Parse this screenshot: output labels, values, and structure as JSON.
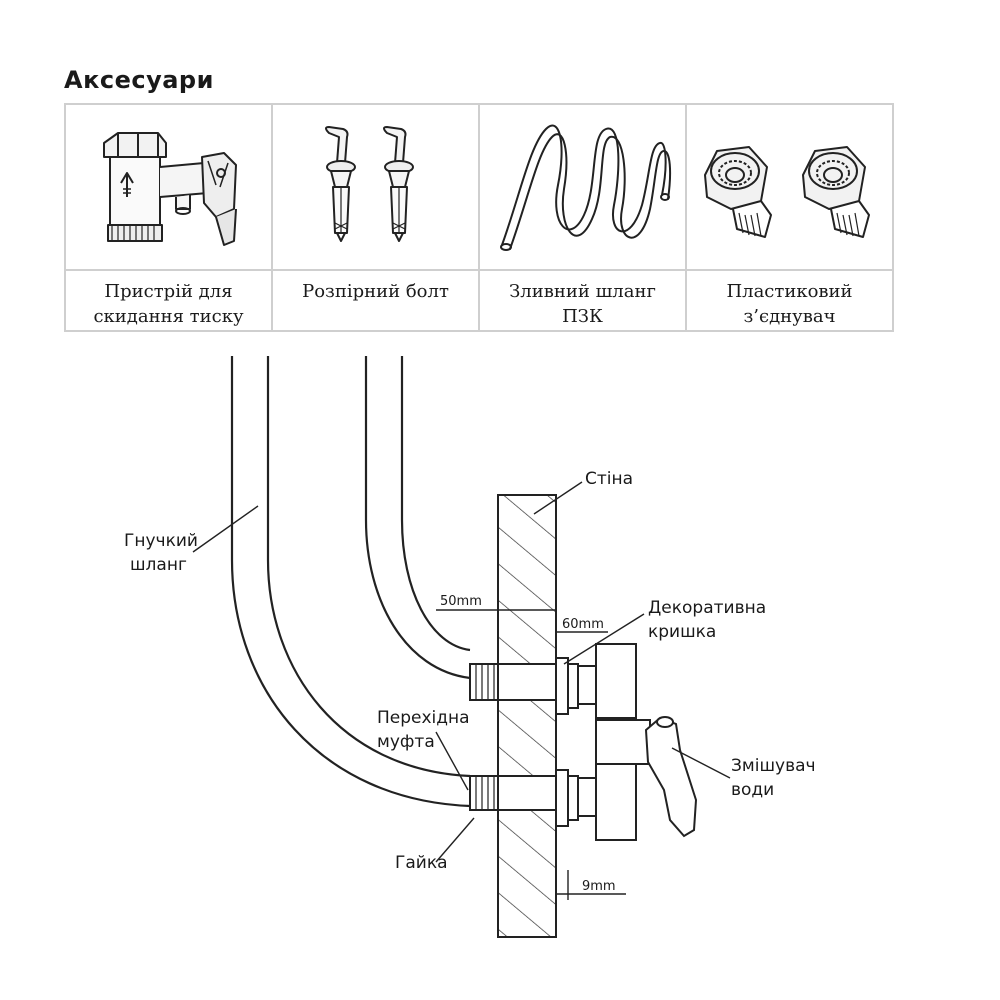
{
  "title": "Аксесуари",
  "accessories": [
    {
      "icon": "pressure-relief-valve-icon",
      "lines": [
        "Пристрій для",
        "скидання тиску"
      ]
    },
    {
      "icon": "expansion-bolt-icon",
      "lines": [
        "Розпірний болт",
        ""
      ]
    },
    {
      "icon": "drain-hose-icon",
      "lines": [
        "Зливний шланг",
        "ПЗК"
      ]
    },
    {
      "icon": "plastic-connector-icon",
      "lines": [
        "Пластиковий",
        "з’єднувач"
      ]
    }
  ],
  "diagram": {
    "wall_label": "Стіна",
    "hose_label": [
      "Гнучкий",
      "шланг"
    ],
    "decorative_cap_label": [
      "Декоративна",
      "кришка"
    ],
    "adapter_label": [
      "Перехідна",
      "муфта"
    ],
    "nut_label": "Гайка",
    "mixer_label": [
      "Змішувач",
      "води"
    ],
    "dim_50": "50mm",
    "dim_60": "60mm",
    "dim_9": "9mm"
  }
}
